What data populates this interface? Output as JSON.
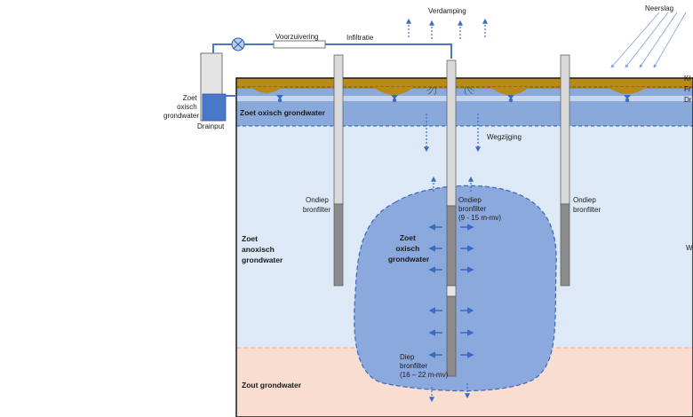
{
  "colors": {
    "fresh_anoxic": "#dde9f6",
    "fresh_oxic_layer": "#8aa9db",
    "plume": "#8ca9de",
    "plume_border": "#3e66b8",
    "salt": "#f8ddd0",
    "salt_border": "#f0a78a",
    "clay": "#b88a18",
    "pipe": "#4a78c8",
    "arrow": "#3a6bc4",
    "well_casing": "#d9d9d9",
    "well_screen": "#8c8c8c"
  },
  "labels": {
    "neerslag": "Neerslag",
    "verdamping": "Verdamping",
    "infiltratie": "Infiltratie",
    "voorzuivering": "Voorzuivering",
    "drainput": "Drainput",
    "drainput_water": [
      "Zoet",
      "oxisch",
      "grondwater"
    ],
    "zoet_oxisch_grondwater": "Zoet oxisch grondwater",
    "wegzijging": "Wegzijging",
    "zoet_anoxisch": [
      "Zoet",
      "anoxisch",
      "grondwater"
    ],
    "plume_label": [
      "Zoet",
      "oxisch",
      "grondwater"
    ],
    "ondiep_left": [
      "Ondiep",
      "bronfilter"
    ],
    "ondiep_right": [
      "Ondiep",
      "bronfilter"
    ],
    "ondiep_center": [
      "Ondiep",
      "bronfilter",
      "(9 - 15 m-mv)"
    ],
    "diep_center": [
      "Diep",
      "bronfilter",
      "(16 – 22 m-mv)"
    ],
    "zout_grondwater": "Zout grondwater",
    "right_cut_1": "Kl",
    "right_cut_2": "Fr",
    "right_cut_3": "Dr",
    "right_cut_4": "W"
  }
}
